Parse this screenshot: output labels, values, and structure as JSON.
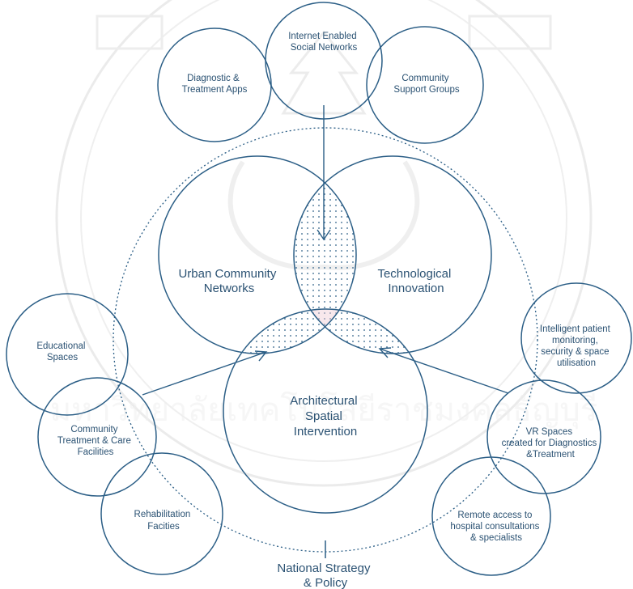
{
  "colors": {
    "stroke": "#2b5e86",
    "text": "#2b5273",
    "watermark": "#d6d6d6",
    "overlap_center": "#f3d9df"
  },
  "watermark": {
    "seal_text": "มหาวิทยาลัยเทคโนโลยีราชมงคลธัญบุรี"
  },
  "circles": {
    "internet_enabled_social_networks": "Internet Enabled Social Networks",
    "diagnostic_treatment_apps": "Diagnostic & Treatment Apps",
    "community_support_groups": "Community Support Groups",
    "urban_community_networks": "Urban Community Networks",
    "technological_innovation": "Technological Innovation",
    "architectural_spatial_intervention": "Architectural Spatial Intervention",
    "educational_spaces": "Educational Spaces",
    "community_treatment_care_facilities": "Community Treatment & Care Facilities",
    "rehabilitation_facilities": "Rehabilitation Facities",
    "intelligent_patient_monitoring": "Intelligent patient monitoring, security & space utilisation",
    "vr_spaces": "VR Spaces created for Diagnostics &Treatment",
    "remote_access": "Remote access to hospital consultations & specialists"
  },
  "footer": {
    "national_strategy": "National Strategy & Policy"
  }
}
